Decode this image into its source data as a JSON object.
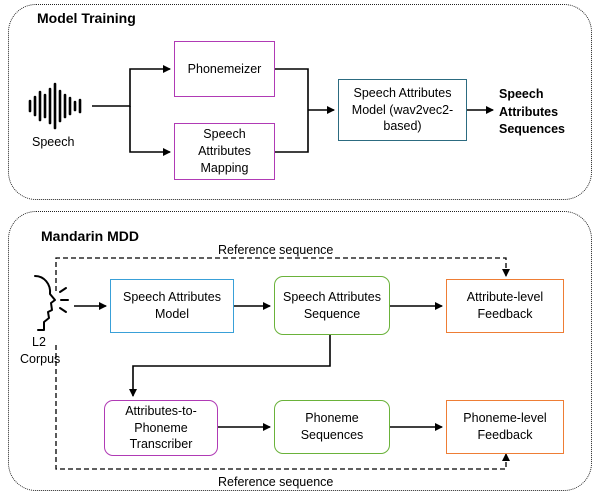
{
  "training": {
    "title": "Model Training",
    "input_label": "Speech",
    "phonemeizer": "Phonemeizer",
    "mapping": "Speech Attributes Mapping",
    "model": "Speech Attributes Model (wav2vec2-based)",
    "output": "Speech Attributes Sequences"
  },
  "mdd": {
    "title": "Mandarin MDD",
    "corpus_label": "L2 Corpus",
    "reference_top": "Reference sequence",
    "reference_bottom": "Reference sequence",
    "attr_model": "Speech Attributes Model",
    "attr_sequence": "Speech Attributes Sequence",
    "attr_feedback": "Attribute-level Feedback",
    "transcriber": "Attributes-to-Phoneme Transcriber",
    "phoneme_seq": "Phoneme Sequences",
    "phoneme_feedback": "Phoneme-level Feedback"
  },
  "colors": {
    "purple": "#b03ab5",
    "teal": "#2c6b80",
    "blue": "#39a0d8",
    "green": "#6ab23a",
    "orange": "#ee7d35"
  },
  "icons": [
    "waveform-icon",
    "speaking-head-icon"
  ]
}
